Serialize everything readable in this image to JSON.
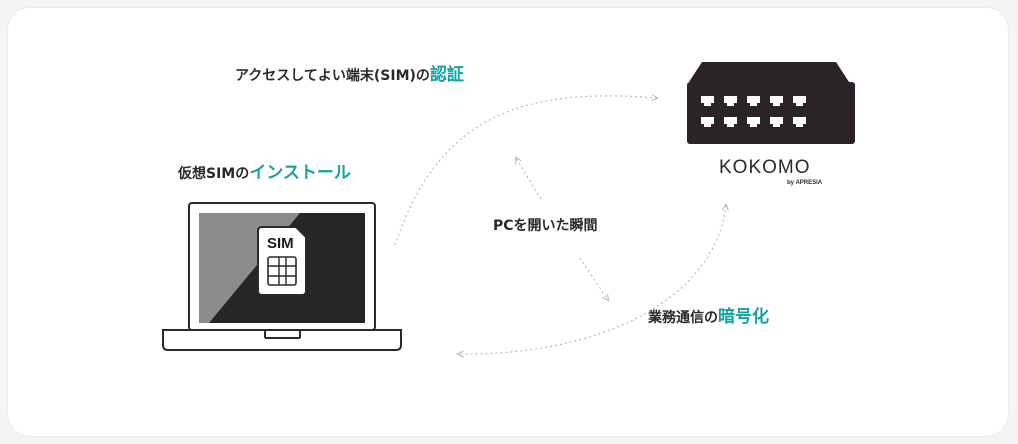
{
  "labels": {
    "auth_prefix": "アクセスしてよい端末(SIM)の",
    "auth_highlight": "認証",
    "install_prefix": "仮想SIMの",
    "install_highlight": "インストール",
    "moment": "PCを開いた瞬間",
    "encrypt_prefix": "業務通信の",
    "encrypt_highlight": "暗号化"
  },
  "device": {
    "brand": "KOKOMO",
    "byline": "by APRESIA"
  },
  "sim": {
    "text": "SIM"
  },
  "colors": {
    "highlight": "#12a3a0",
    "device_body": "#2b2424",
    "arrow": "#b5b5b5"
  }
}
